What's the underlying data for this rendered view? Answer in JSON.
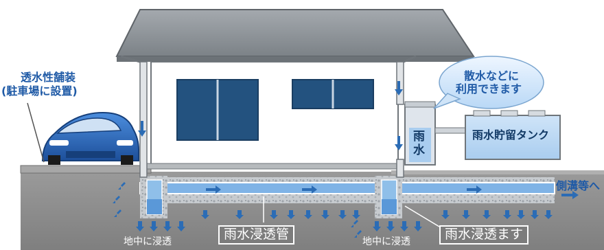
{
  "labels": {
    "permeable_paving": "透水性舗装",
    "parking_installation": "(駐車場に設置)",
    "watering_use_line1": "散水などに",
    "watering_use_line2": "利用できます",
    "rainwater_tank": "雨水貯留タンク",
    "rainwater_vessel_line1": "雨",
    "rainwater_vessel_line2": "水",
    "to_side_ditch": "側溝等へ",
    "infiltration_pipe": "雨水浸透管",
    "infiltration_basin": "雨水浸透ます",
    "ground_infiltration_left": "地中に浸透",
    "ground_infiltration_right": "地中に浸透"
  },
  "colors": {
    "water_blue": "#2b6cb5",
    "label_blue": "#1f5aa6",
    "roof_gray": "#8e949a",
    "ground_gray": "#8a8a8a",
    "gravel": "#c9ccd0"
  },
  "icons": {
    "car": "car-icon",
    "arrow": "down-arrow-icon"
  }
}
